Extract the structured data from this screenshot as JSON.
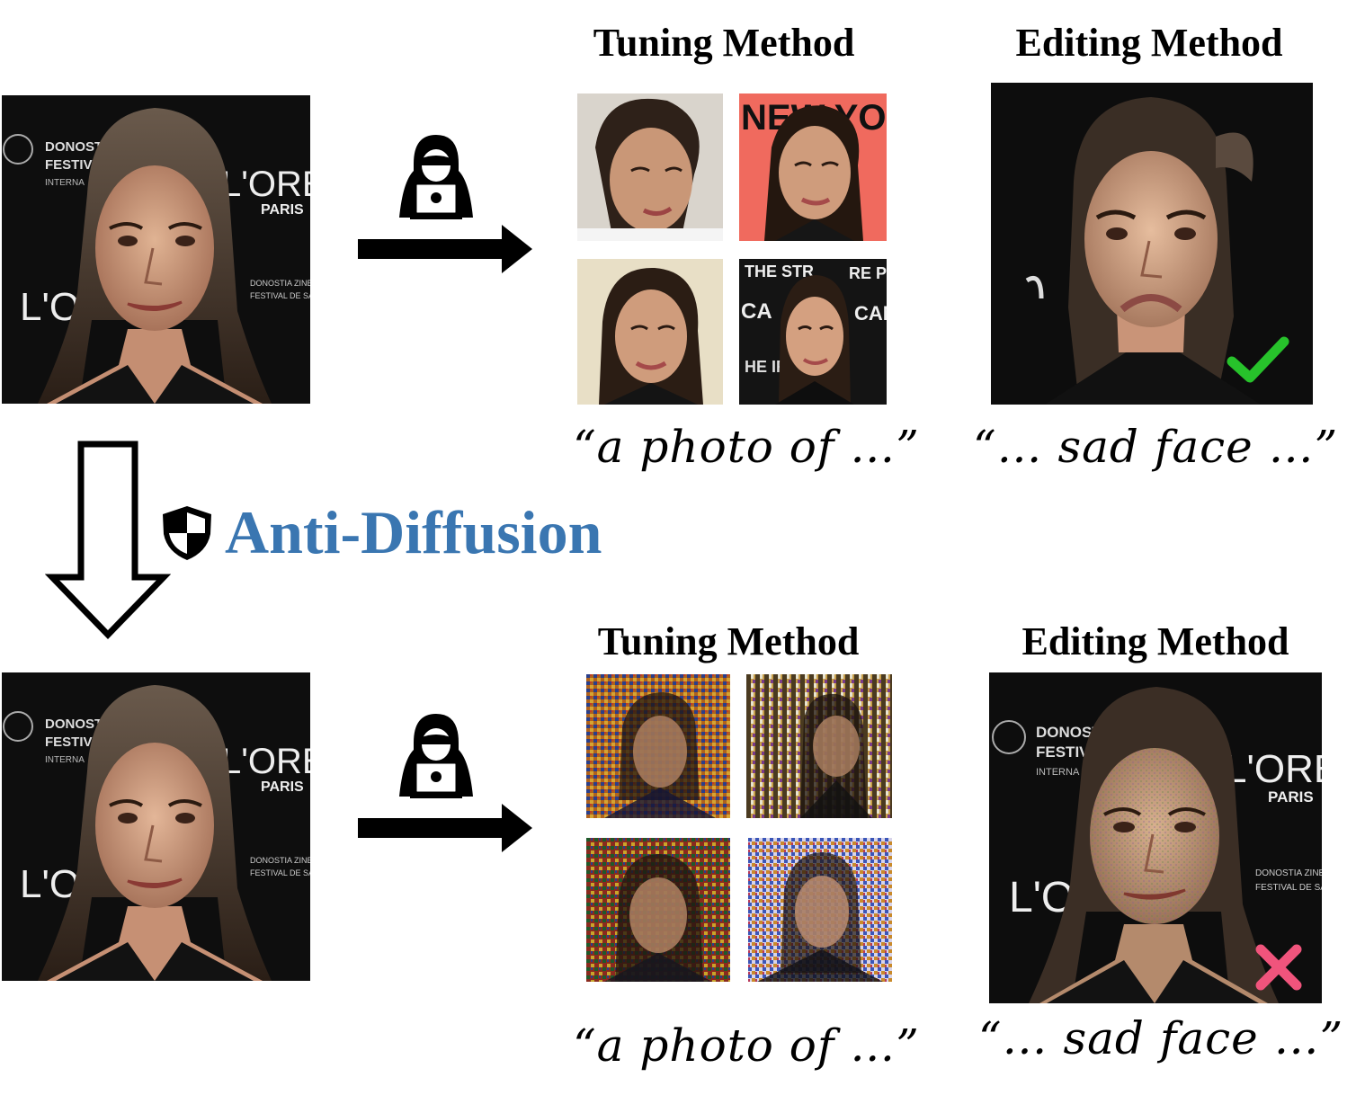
{
  "headings": {
    "top_tuning": "Tuning Method",
    "top_editing": "Editing Method",
    "bottom_tuning": "Tuning Method",
    "bottom_editing": "Editing Method"
  },
  "prompts": {
    "top_tuning": "“a photo of …”",
    "top_editing": "“… sad face …”",
    "bottom_tuning": "“a photo of …”",
    "bottom_editing": "“… sad face …”"
  },
  "method_label": "Anti-Diffusion",
  "backdrop_text": {
    "festival": [
      "DONOSTI",
      "FESTIV",
      "INTERNA"
    ],
    "brand": "L'ORÉA",
    "city": "PARIS",
    "brand_lower": "L'OI",
    "zinema": [
      "DONOSTIA ZINEMA",
      "FESTIVAL DE SAN S"
    ],
    "pa": "PA"
  },
  "thumb_text": {
    "magazine": "NEW YORK NE",
    "report": [
      "THE STR",
      "RE PO"
    ],
    "cannes": [
      "CA",
      "CAN"
    ],
    "hen": "HE\nIRE"
  },
  "icons": {
    "protect": "shield-icon",
    "attacker": "hacker-laptop-icon",
    "success": "checkmark-icon",
    "fail": "cross-icon"
  },
  "colors": {
    "accent": "#3a76b1",
    "check": "#27c22b",
    "cross": "#f0547c"
  }
}
